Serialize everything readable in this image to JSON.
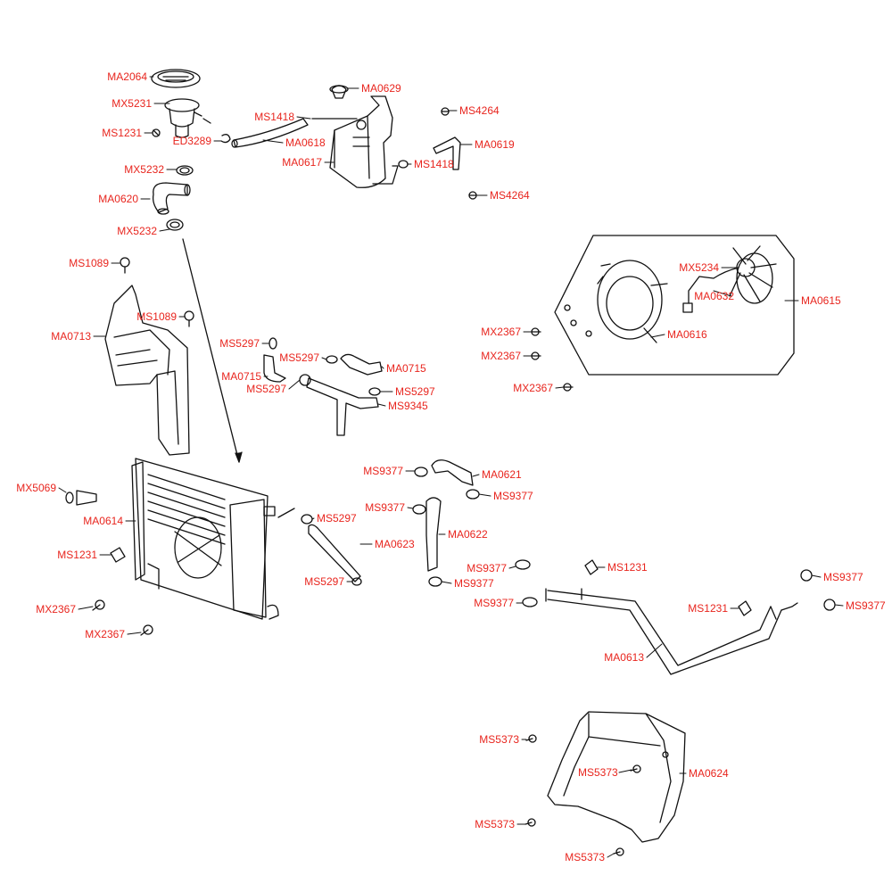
{
  "colors": {
    "label": "#e8251e",
    "line": "#111111"
  },
  "parts": [
    {
      "code": "MA2064"
    },
    {
      "code": "MX5231"
    },
    {
      "code": "MS1231"
    },
    {
      "code": "ED3289"
    },
    {
      "code": "MX5232"
    },
    {
      "code": "MA0620"
    },
    {
      "code": "MX5232"
    },
    {
      "code": "MA0629"
    },
    {
      "code": "MS1418"
    },
    {
      "code": "MA0618"
    },
    {
      "code": "MA0617"
    },
    {
      "code": "MS4264"
    },
    {
      "code": "MA0619"
    },
    {
      "code": "MS1418"
    },
    {
      "code": "MS4264"
    },
    {
      "code": "MS1089"
    },
    {
      "code": "MS1089"
    },
    {
      "code": "MA0713"
    },
    {
      "code": "MX5234"
    },
    {
      "code": "MA0632"
    },
    {
      "code": "MA0615"
    },
    {
      "code": "MA0616"
    },
    {
      "code": "MX2367"
    },
    {
      "code": "MX2367"
    },
    {
      "code": "MX2367"
    },
    {
      "code": "MS5297"
    },
    {
      "code": "MS5297"
    },
    {
      "code": "MA0715"
    },
    {
      "code": "MA0715"
    },
    {
      "code": "MS5297"
    },
    {
      "code": "MS5297"
    },
    {
      "code": "MS9345"
    },
    {
      "code": "MS9377"
    },
    {
      "code": "MA0621"
    },
    {
      "code": "MS9377"
    },
    {
      "code": "MX5069"
    },
    {
      "code": "MA0614"
    },
    {
      "code": "MS5297"
    },
    {
      "code": "MS9377"
    },
    {
      "code": "MA0623"
    },
    {
      "code": "MA0622"
    },
    {
      "code": "MS1231"
    },
    {
      "code": "MS5297"
    },
    {
      "code": "MS9377"
    },
    {
      "code": "MS1231"
    },
    {
      "code": "MS9377"
    },
    {
      "code": "MS9377"
    },
    {
      "code": "MS9377"
    },
    {
      "code": "MX2367"
    },
    {
      "code": "MS1231"
    },
    {
      "code": "MS9377"
    },
    {
      "code": "MX2367"
    },
    {
      "code": "MA0613"
    },
    {
      "code": "MS5373"
    },
    {
      "code": "MS5373"
    },
    {
      "code": "MA0624"
    },
    {
      "code": "MS5373"
    },
    {
      "code": "MS5373"
    }
  ]
}
